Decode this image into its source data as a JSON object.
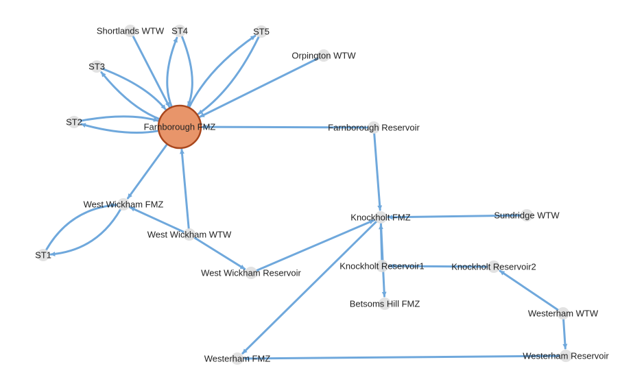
{
  "graph": {
    "nodes": [
      {
        "id": "farnborough-fmz",
        "label": "Farnborough FMZ",
        "selected": true
      },
      {
        "id": "shortlands-wtw",
        "label": "Shortlands WTW"
      },
      {
        "id": "st4",
        "label": "ST4"
      },
      {
        "id": "st5",
        "label": "ST5"
      },
      {
        "id": "orpington-wtw",
        "label": "Orpington WTW"
      },
      {
        "id": "st3",
        "label": "ST3"
      },
      {
        "id": "st2",
        "label": "ST2"
      },
      {
        "id": "farnborough-reservoir",
        "label": "Farnborough Reservoir"
      },
      {
        "id": "west-wickham-fmz",
        "label": "West Wickham FMZ"
      },
      {
        "id": "st1",
        "label": "ST1"
      },
      {
        "id": "west-wickham-wtw",
        "label": "West Wickham WTW"
      },
      {
        "id": "west-wickham-reservoir",
        "label": "West Wickham Reservoir"
      },
      {
        "id": "knockholt-fmz",
        "label": "Knockholt FMZ"
      },
      {
        "id": "sundridge-wtw",
        "label": "Sundridge WTW"
      },
      {
        "id": "knockholt-reservoir1",
        "label": "Knockholt Reservoir1"
      },
      {
        "id": "knockholt-reservoir2",
        "label": "Knockholt Reservoir2"
      },
      {
        "id": "betsoms-hill-fmz",
        "label": "Betsoms Hill FMZ"
      },
      {
        "id": "westerham-wtw",
        "label": "Westerham WTW"
      },
      {
        "id": "westerham-fmz",
        "label": "Westerham FMZ"
      },
      {
        "id": "westerham-reservoir",
        "label": "Westerham Reservoir"
      }
    ],
    "edges": [
      {
        "from": "shortlands-wtw",
        "to": "farnborough-fmz"
      },
      {
        "from": "farnborough-fmz",
        "to": "st4"
      },
      {
        "from": "st4",
        "to": "farnborough-fmz"
      },
      {
        "from": "farnborough-fmz",
        "to": "st5"
      },
      {
        "from": "st5",
        "to": "farnborough-fmz"
      },
      {
        "from": "orpington-wtw",
        "to": "farnborough-fmz"
      },
      {
        "from": "farnborough-fmz",
        "to": "st3"
      },
      {
        "from": "st3",
        "to": "farnborough-fmz"
      },
      {
        "from": "farnborough-fmz",
        "to": "st2"
      },
      {
        "from": "st2",
        "to": "farnborough-fmz"
      },
      {
        "from": "farnborough-reservoir",
        "to": "farnborough-fmz"
      },
      {
        "from": "farnborough-fmz",
        "to": "west-wickham-fmz"
      },
      {
        "from": "west-wickham-fmz",
        "to": "st1"
      },
      {
        "from": "st1",
        "to": "west-wickham-fmz"
      },
      {
        "from": "west-wickham-wtw",
        "to": "farnborough-fmz"
      },
      {
        "from": "west-wickham-wtw",
        "to": "west-wickham-fmz"
      },
      {
        "from": "west-wickham-wtw",
        "to": "west-wickham-reservoir"
      },
      {
        "from": "west-wickham-reservoir",
        "to": "knockholt-fmz"
      },
      {
        "from": "farnborough-reservoir",
        "to": "knockholt-fmz"
      },
      {
        "from": "sundridge-wtw",
        "to": "knockholt-fmz"
      },
      {
        "from": "knockholt-reservoir1",
        "to": "knockholt-fmz"
      },
      {
        "from": "knockholt-fmz",
        "to": "betsoms-hill-fmz"
      },
      {
        "from": "knockholt-reservoir2",
        "to": "knockholt-reservoir1"
      },
      {
        "from": "westerham-wtw",
        "to": "knockholt-reservoir2"
      },
      {
        "from": "westerham-wtw",
        "to": "westerham-reservoir"
      },
      {
        "from": "westerham-reservoir",
        "to": "westerham-fmz"
      },
      {
        "from": "knockholt-fmz",
        "to": "westerham-fmz"
      }
    ]
  },
  "colors": {
    "edge": "#6fa8dc",
    "node": "#dddddd",
    "selected_fill": "#e8956a",
    "selected_stroke": "#a8461c",
    "label": "#222222"
  }
}
